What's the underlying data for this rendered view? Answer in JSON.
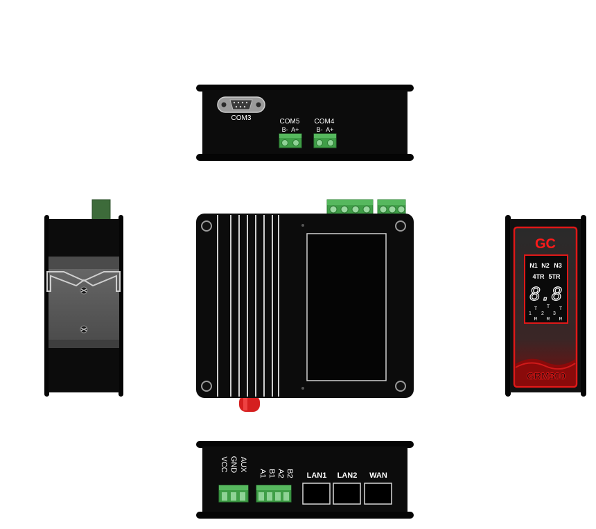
{
  "top_view": {
    "com3_label": "COM3",
    "com5_label": "COM5",
    "com5_pins": "B-  A+",
    "com4_label": "COM4",
    "com4_pins": "B-  A+"
  },
  "bottom_view": {
    "power_pins": [
      "VCC",
      "GND",
      "AUX"
    ],
    "rs485_pins": [
      "A1",
      "B1",
      "A2",
      "B2"
    ],
    "ports": [
      "LAN1",
      "LAN2",
      "WAN"
    ]
  },
  "front_panel": {
    "brand": "GC",
    "indicators_row1": [
      "N1",
      "N2",
      "N3"
    ],
    "indicators_row2": [
      "4TR",
      "5TR"
    ],
    "segment_display": "8.8",
    "tr_labels": [
      "T",
      "T",
      "T",
      "1",
      "2",
      "3",
      "R",
      "R",
      "R"
    ],
    "model": "GRM300"
  },
  "colors": {
    "housing": "#0a0a0a",
    "terminal_green": "#3f9e47",
    "accent_red": "#e01818",
    "antenna_red": "#d51f1f"
  }
}
